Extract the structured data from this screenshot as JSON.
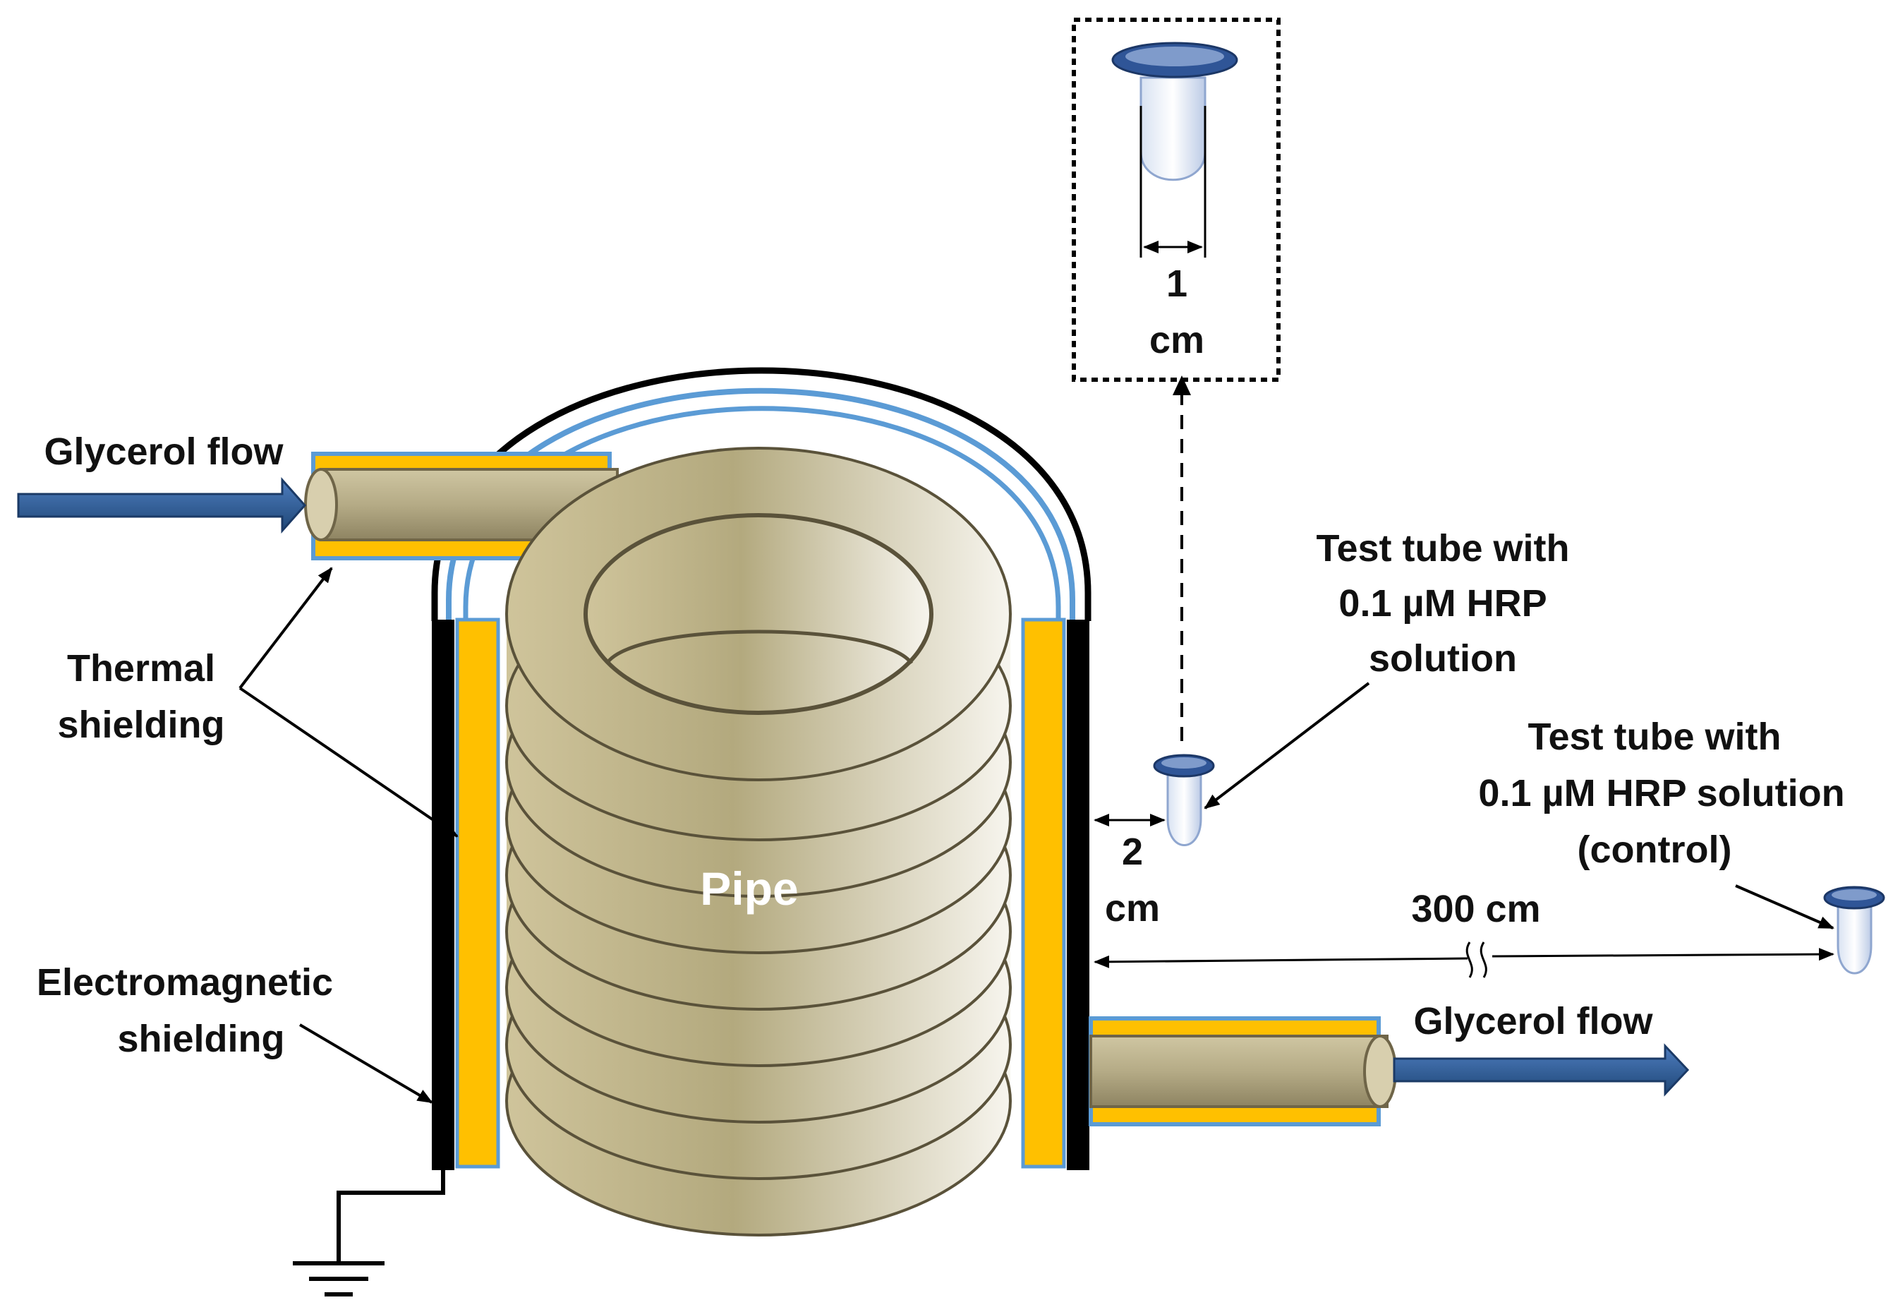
{
  "labels": {
    "glycerol_in": "Glycerol flow",
    "thermal_line1": "Thermal",
    "thermal_line2": "shielding",
    "em_line1": "Electromagnetic",
    "em_line2": "shielding",
    "pipe": "Pipe",
    "scale_num": "1",
    "scale_unit": "cm",
    "dist_num": "2",
    "dist_unit": "cm",
    "far_dist": "300 cm",
    "glycerol_out": "Glycerol flow",
    "tube1_line1": "Test tube with",
    "tube1_line2": "0.1 µM HRP",
    "tube1_line3": "solution",
    "tube2_line1": "Test tube with",
    "tube2_line2": "0.1 µM HRP solution",
    "tube2_line3": "(control)"
  },
  "colors": {
    "thermal_shield": "#FFC000",
    "em_shield": "#000000",
    "shield_outline": "#5B9BD5",
    "coil": "#C8BE96",
    "flow_arrow": "#2E5F99",
    "tube_cap": "#2F5597"
  }
}
